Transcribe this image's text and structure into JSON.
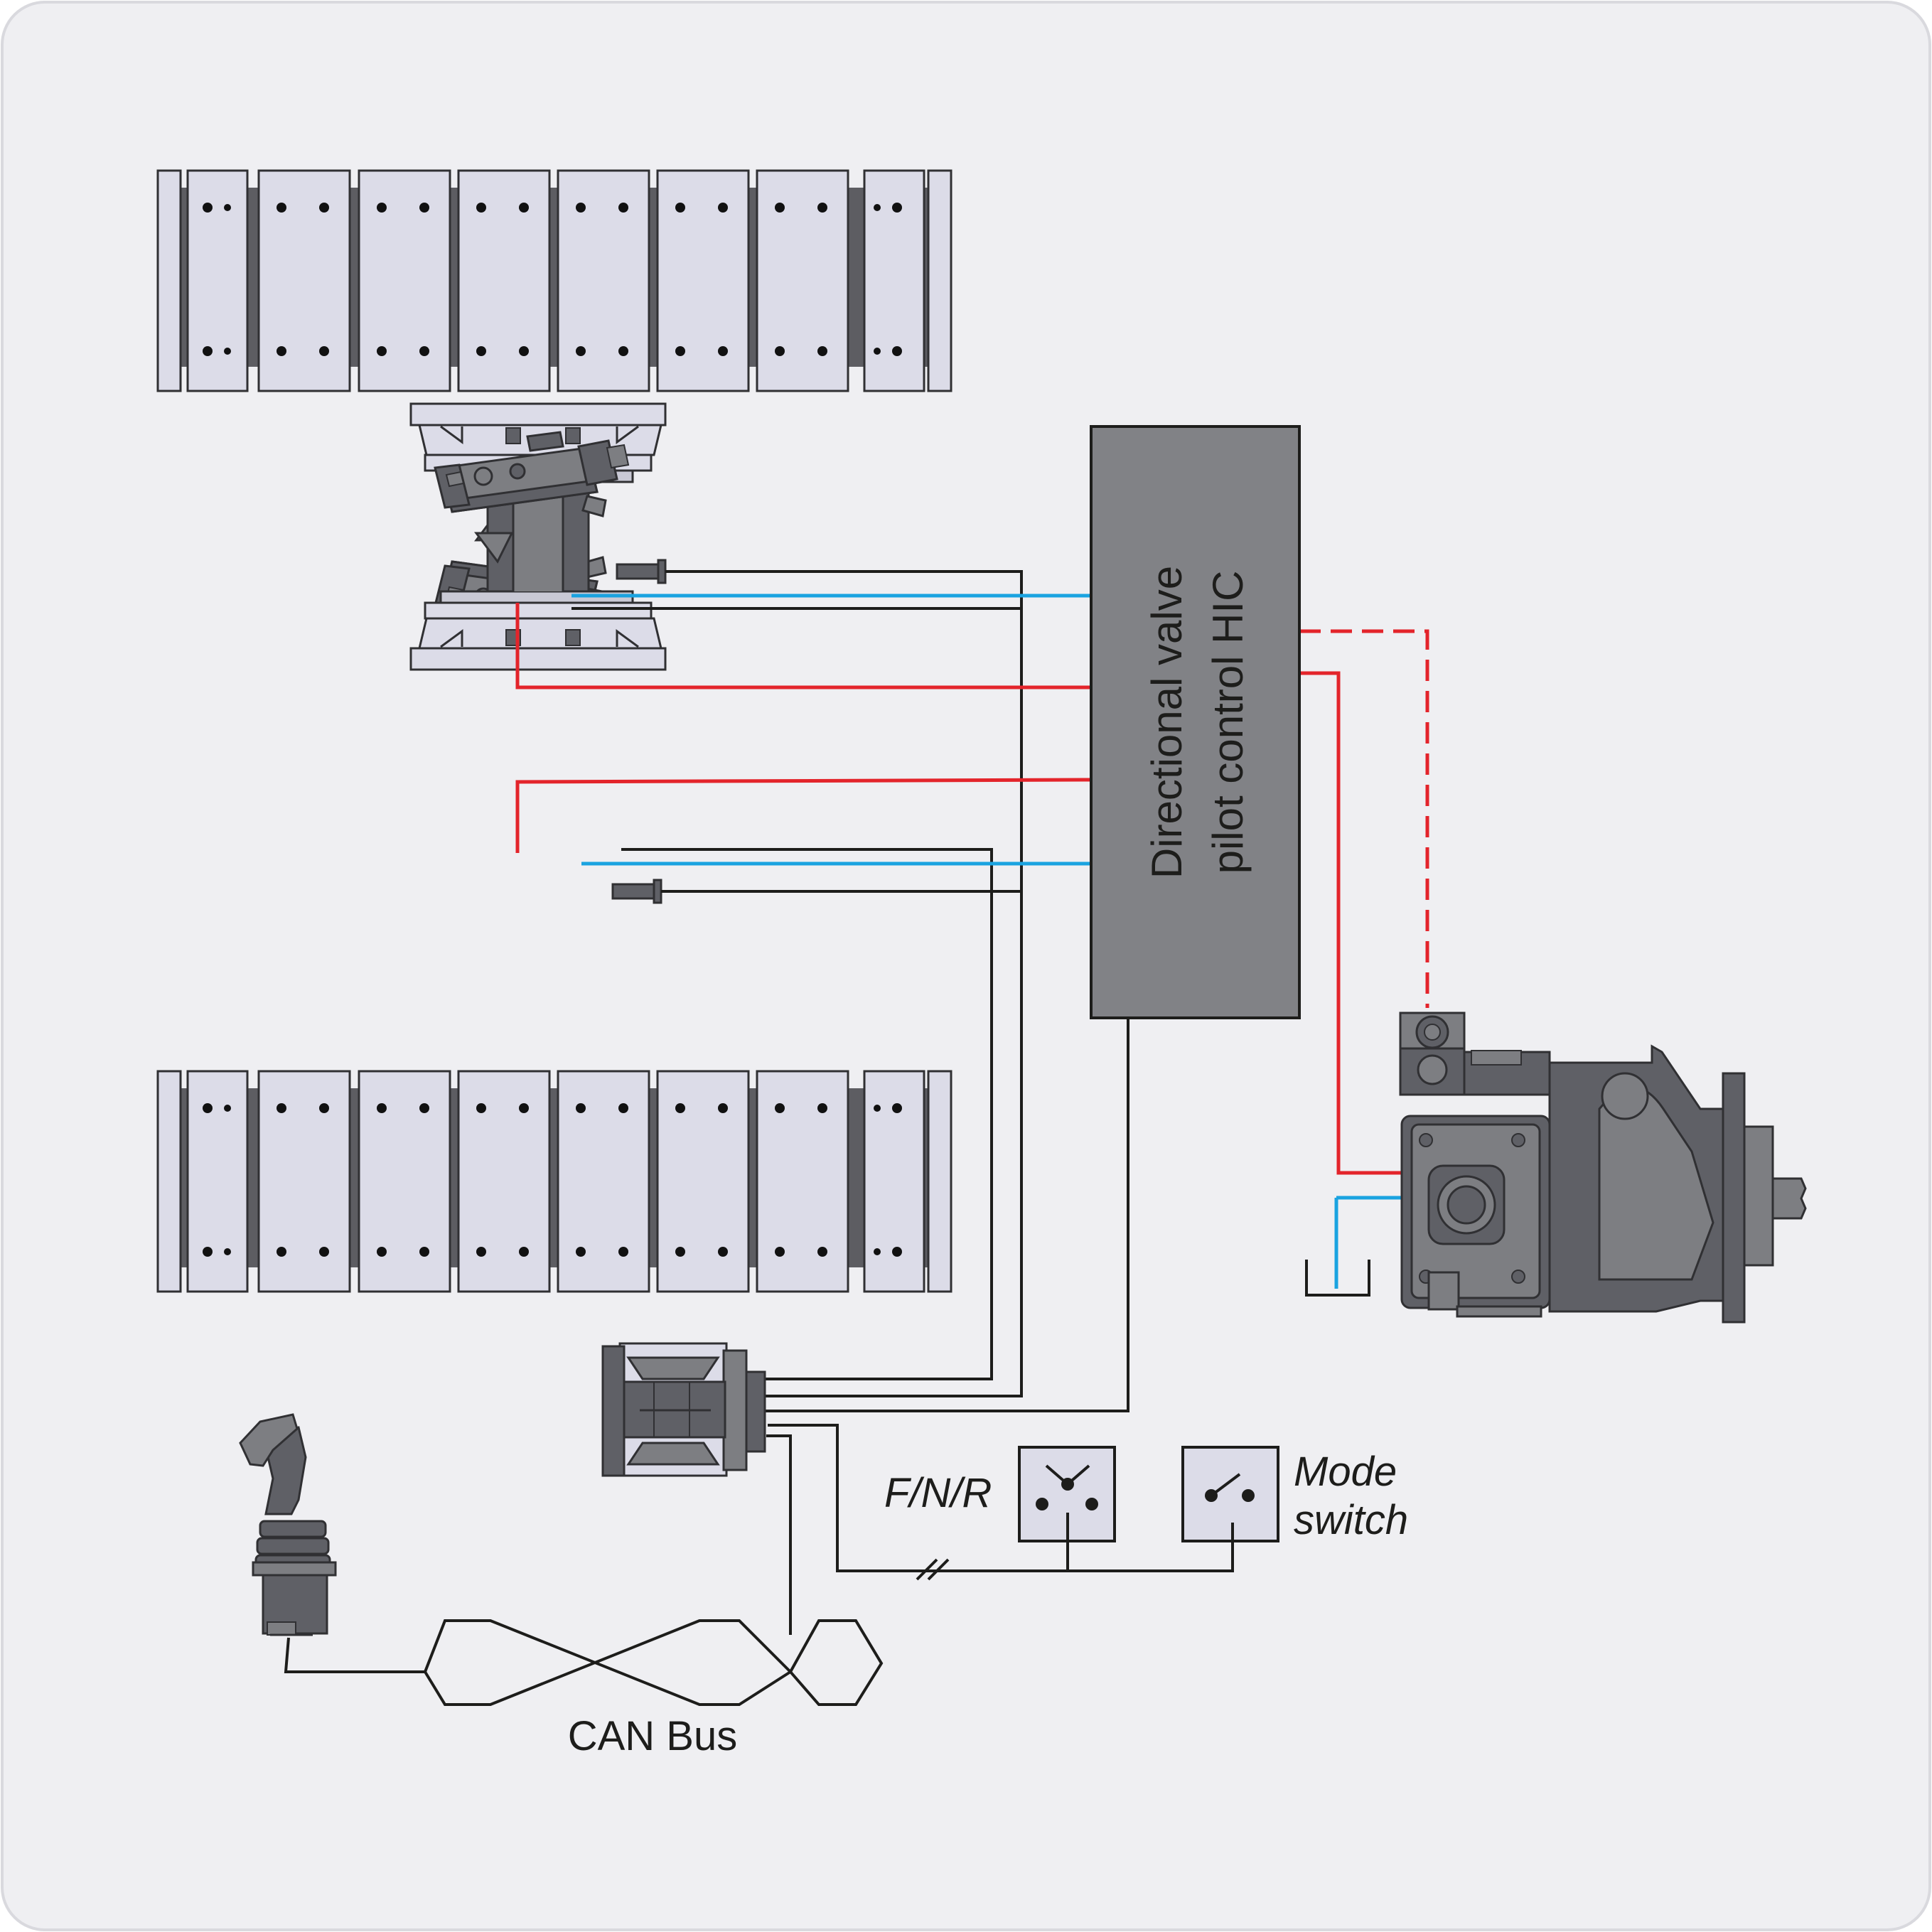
{
  "labels": {
    "directional_valve_line1": "Directional valve",
    "directional_valve_line2": "pilot control HIC",
    "fnr": "F/N/R",
    "mode_line1": "Mode",
    "mode_line2": "switch",
    "can_bus": "CAN Bus"
  },
  "colors": {
    "background": "#efeff2",
    "panel_border": "#d9d9de",
    "track_plate": "#dcdce8",
    "track_belt": "#5d5d62",
    "component_dark": "#5f6066",
    "component_mid": "#7d7e82",
    "valve_box": "#818286",
    "pilot_line_red": "#e3242b",
    "drain_line_blue": "#1aa3e0",
    "signal_line": "#1d1d1b"
  },
  "icons": {
    "track_top": "crawler-track-icon",
    "track_bottom": "crawler-track-icon",
    "motor_top": "hydraulic-motor-icon",
    "motor_bottom": "hydraulic-motor-icon",
    "pump": "hydraulic-pump-icon",
    "controller": "electronic-controller-icon",
    "joystick": "joystick-icon",
    "fnr_switch": "three-position-switch-icon",
    "mode_switch": "toggle-switch-icon",
    "tank": "tank-icon"
  }
}
